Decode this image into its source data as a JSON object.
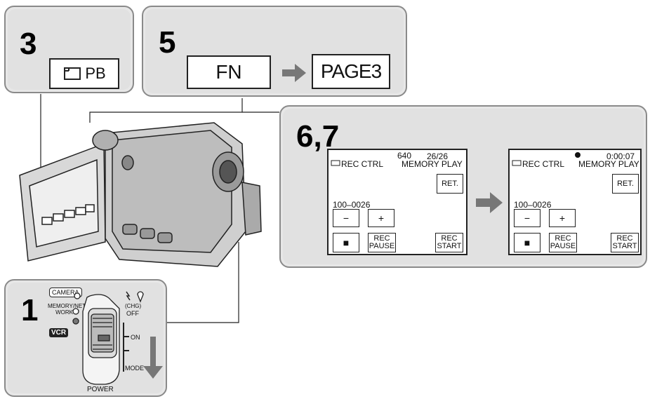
{
  "steps": {
    "s3": {
      "number": "3",
      "button_label": "PB"
    },
    "s5": {
      "number": "5",
      "fn_label": "FN",
      "page_label": "PAGE3"
    },
    "s67": {
      "number": "6,7"
    },
    "s1": {
      "number": "1"
    }
  },
  "screens": [
    {
      "top_right": "26/26",
      "small_badge": "640",
      "title_left": "REC CTRL",
      "title_right": "MEMORY PLAY",
      "ret_label": "RET.",
      "file_no": "100–0026",
      "minus": "−",
      "plus": "+",
      "stop": "■",
      "rec_pause": [
        "REC",
        "PAUSE"
      ],
      "rec_start": [
        "REC",
        "START"
      ]
    },
    {
      "top_right": "0:00:07",
      "small_badge": "",
      "title_left": "REC CTRL",
      "title_right": "MEMORY PLAY",
      "ret_label": "RET.",
      "file_no": "100–0026",
      "minus": "−",
      "plus": "+",
      "stop": "■",
      "rec_pause": [
        "REC",
        "PAUSE"
      ],
      "rec_start": [
        "REC",
        "START"
      ]
    }
  ],
  "power_switch": {
    "modes": [
      "CAMERA",
      "MEMORY/NET-WORK",
      "VCR"
    ],
    "positions": [
      "(CHG)",
      "OFF",
      "ON",
      "MODE"
    ],
    "label": "POWER"
  },
  "icons": {
    "arrow": "arrow-right-icon",
    "tape": "tape-icon"
  },
  "colors": {
    "panel": "#e1e1e1",
    "border": "#8a8a8a",
    "arrow": "#777777"
  }
}
